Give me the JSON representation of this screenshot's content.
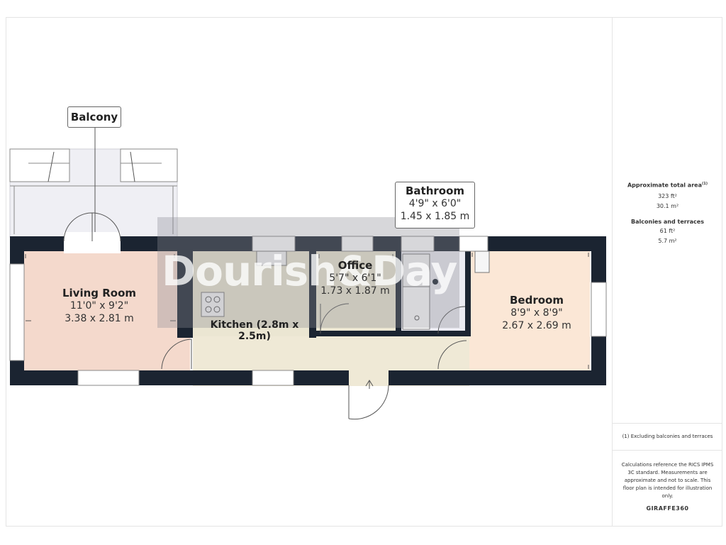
{
  "rooms": {
    "balcony": {
      "name": "Balcony"
    },
    "living_room": {
      "name": "Living Room",
      "imperial": "11'0\" x 9'2\"",
      "metric": "3.38 x 2.81 m"
    },
    "kitchen": {
      "name": "Kitchen (2.8m x 2.5m)"
    },
    "office": {
      "name": "Office",
      "imperial": "5'7\" x 6'1\"",
      "metric": "1.73 x 1.87 m"
    },
    "bathroom": {
      "name": "Bathroom",
      "imperial": "4'9\" x 6'0\"",
      "metric": "1.45 x 1.85 m"
    },
    "bedroom": {
      "name": "Bedroom",
      "imperial": "8'9\" x 8'9\"",
      "metric": "2.67 x 2.69 m"
    }
  },
  "watermark": {
    "text": "Dourish&Day"
  },
  "panel": {
    "total_area_heading": "Approximate total area",
    "total_area_note_mark": "(1)",
    "total_area_ft": "323 ft²",
    "total_area_m": "30.1 m²",
    "balconies_heading": "Balconies and terraces",
    "balconies_ft": "61 ft²",
    "balconies_m": "5.7 m²",
    "footnote": "(1) Excluding balconies and terraces",
    "disclaimer": "Calculations reference the RICS IPMS 3C standard. Measurements are approximate and not to scale. This floor plan is intended for illustration only.",
    "brand": "GIRAFFE360"
  },
  "colors": {
    "wall": "#1b2431",
    "living": "#f4d9cc",
    "kitchen": "#ebe6d2",
    "office": "#ebe6d2",
    "bathroom": "#ebebf2",
    "bedroom": "#fbe7d6",
    "hall": "#efe9d6",
    "balcony": "#efeff4"
  }
}
